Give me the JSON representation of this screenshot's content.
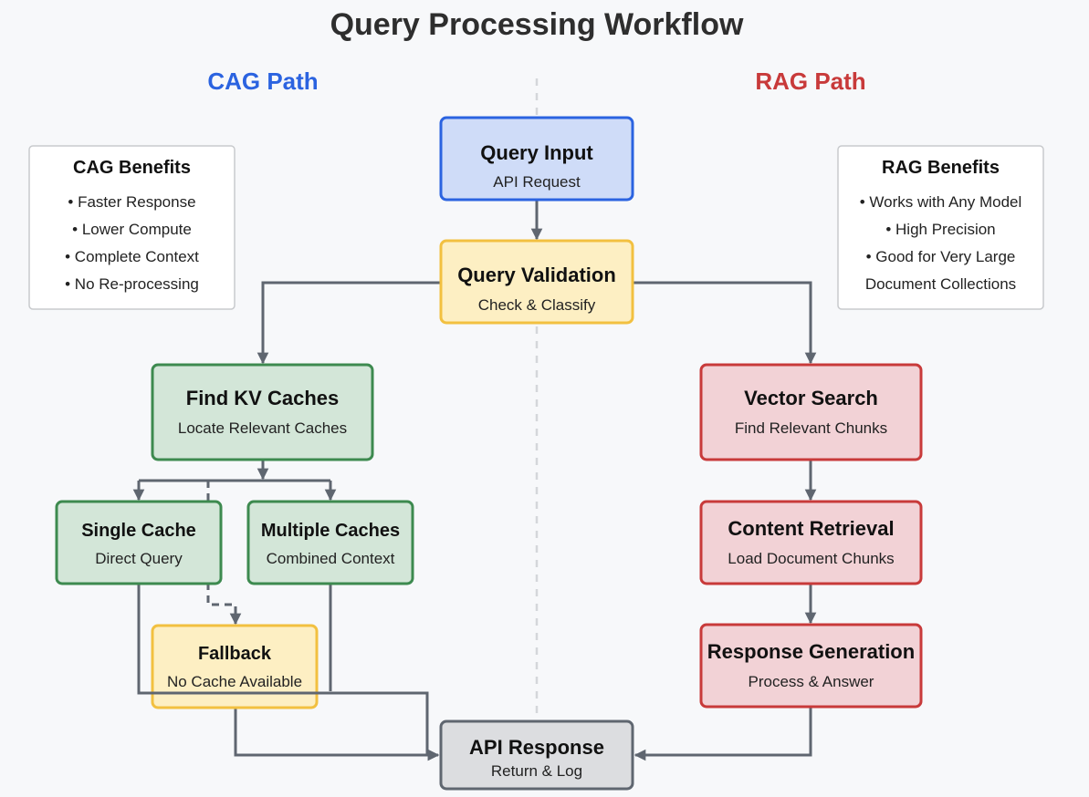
{
  "title": "Query Processing Workflow",
  "paths": {
    "cag": {
      "label": "CAG Path",
      "color": "#2b63e0"
    },
    "rag": {
      "label": "RAG Path",
      "color": "#c83a3a"
    }
  },
  "nodes": {
    "query_input": {
      "title": "Query Input",
      "subtitle": "API Request"
    },
    "query_validation": {
      "title": "Query Validation",
      "subtitle": "Check & Classify"
    },
    "find_kv_caches": {
      "title": "Find KV Caches",
      "subtitle": "Locate Relevant Caches"
    },
    "single_cache": {
      "title": "Single Cache",
      "subtitle": "Direct Query"
    },
    "multiple_caches": {
      "title": "Multiple Caches",
      "subtitle": "Combined Context"
    },
    "fallback": {
      "title": "Fallback",
      "subtitle": "No Cache Available"
    },
    "vector_search": {
      "title": "Vector Search",
      "subtitle": "Find Relevant Chunks"
    },
    "content_retrieval": {
      "title": "Content Retrieval",
      "subtitle": "Load Document Chunks"
    },
    "response_generation": {
      "title": "Response Generation",
      "subtitle": "Process & Answer"
    },
    "api_response": {
      "title": "API Response",
      "subtitle": "Return & Log"
    }
  },
  "cag_benefits": {
    "title": "CAG Benefits",
    "items": [
      "• Faster Response",
      "• Lower Compute",
      "• Complete Context",
      "• No Re-processing"
    ]
  },
  "rag_benefits": {
    "title": "RAG Benefits",
    "items": [
      "• Works with Any Model",
      "• High Precision",
      "• Good for Very Large",
      "Document Collections"
    ]
  },
  "colors": {
    "blue_fill": "#cfdcf8",
    "blue_stroke": "#2b63e0",
    "yellow_fill": "#fdefc3",
    "yellow_stroke": "#f2c040",
    "green_fill": "#d3e6d8",
    "green_stroke": "#3d8a4f",
    "red_fill": "#f2d2d6",
    "red_stroke": "#c83a3a",
    "gray_fill": "#dcdde0",
    "gray_stroke": "#5f6670",
    "connector": "#5f6670"
  }
}
